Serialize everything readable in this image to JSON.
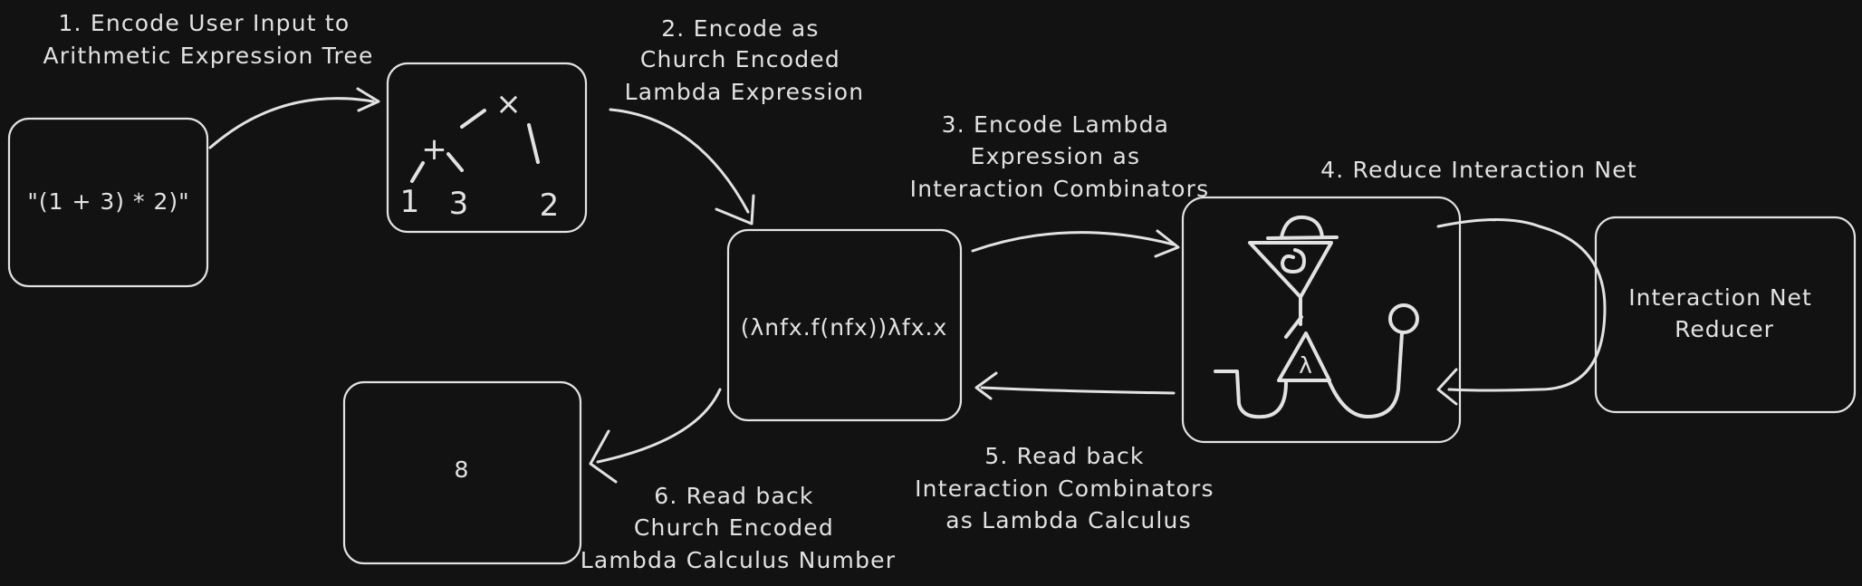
{
  "steps": [
    {
      "lines": [
        "1. Encode User Input to",
        "Arithmetic Expression Tree"
      ]
    },
    {
      "lines": [
        "2. Encode as",
        "Church Encoded",
        "Lambda Expression"
      ]
    },
    {
      "lines": [
        "3. Encode Lambda",
        "Expression as",
        "Interaction Combinators"
      ]
    },
    {
      "lines": [
        "4. Reduce Interaction Net"
      ]
    },
    {
      "lines": [
        "5. Read back",
        "Interaction Combinators",
        "as Lambda Calculus"
      ]
    },
    {
      "lines": [
        "6. Read back",
        "Church Encoded",
        "Lambda Calculus Number"
      ]
    }
  ],
  "boxes": {
    "input": "\"(1 + 3) * 2)\"",
    "tree": {
      "root": "×",
      "plus": "+",
      "leaves": [
        "1",
        "3",
        "2"
      ]
    },
    "lambda": "(λnfx.f(nfx))λfx.x",
    "net_symbol": "λ",
    "reducer": [
      "Interaction Net",
      "Reducer"
    ],
    "result": "8"
  }
}
